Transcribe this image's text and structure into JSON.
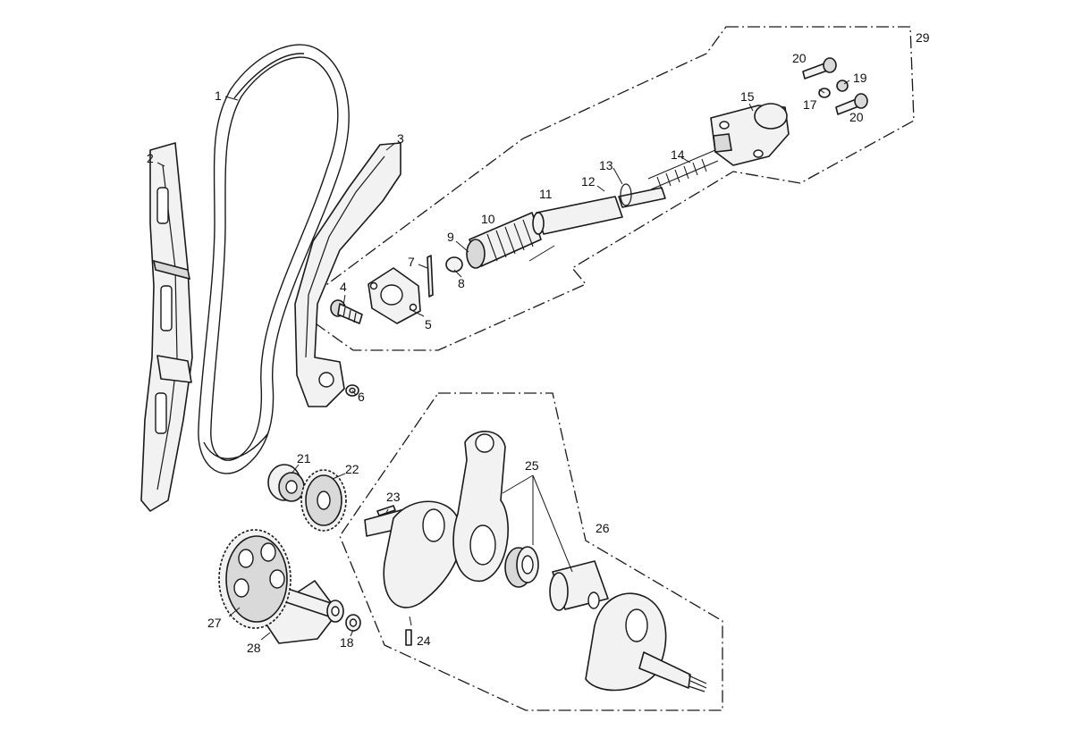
{
  "callouts": [
    {
      "id": "c1",
      "label": "1"
    },
    {
      "id": "c2",
      "label": "2"
    },
    {
      "id": "c3",
      "label": "3"
    },
    {
      "id": "c4",
      "label": "4"
    },
    {
      "id": "c5",
      "label": "5"
    },
    {
      "id": "c6",
      "label": "6"
    },
    {
      "id": "c7",
      "label": "7"
    },
    {
      "id": "c8",
      "label": "8"
    },
    {
      "id": "c9",
      "label": "9"
    },
    {
      "id": "c10",
      "label": "10"
    },
    {
      "id": "c11",
      "label": "11"
    },
    {
      "id": "c12",
      "label": "12"
    },
    {
      "id": "c13",
      "label": "13"
    },
    {
      "id": "c14",
      "label": "14"
    },
    {
      "id": "c15",
      "label": "15"
    },
    {
      "id": "c17",
      "label": "17"
    },
    {
      "id": "c18",
      "label": "18"
    },
    {
      "id": "c19",
      "label": "19"
    },
    {
      "id": "c20a",
      "label": "20"
    },
    {
      "id": "c20b",
      "label": "20"
    },
    {
      "id": "c21",
      "label": "21"
    },
    {
      "id": "c22",
      "label": "22"
    },
    {
      "id": "c23",
      "label": "23"
    },
    {
      "id": "c24",
      "label": "24"
    },
    {
      "id": "c25",
      "label": "25"
    },
    {
      "id": "c26",
      "label": "26"
    },
    {
      "id": "c27",
      "label": "27"
    },
    {
      "id": "c28",
      "label": "28"
    },
    {
      "id": "c29",
      "label": "29"
    }
  ]
}
